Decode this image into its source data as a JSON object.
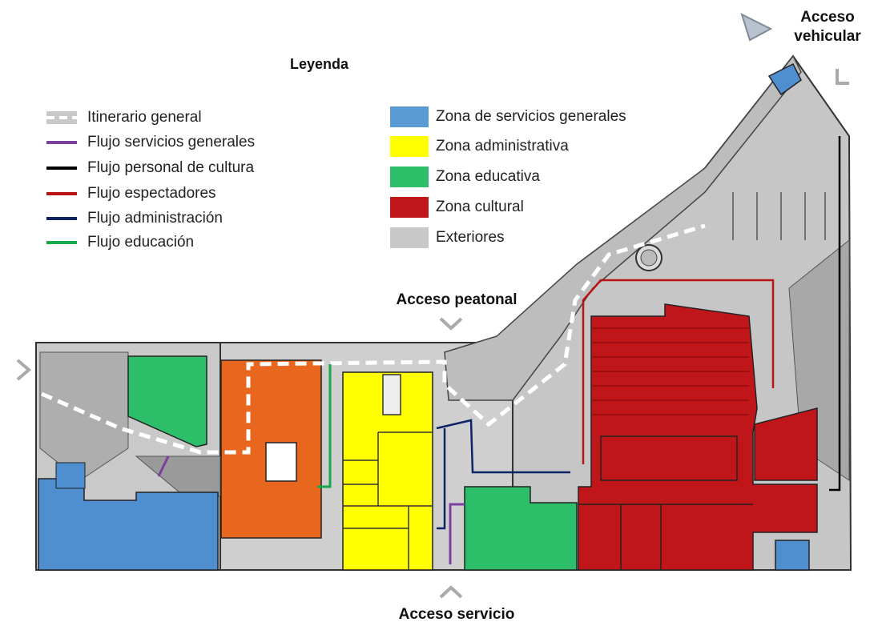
{
  "legend": {
    "title": "Leyenda",
    "flows": [
      {
        "label": "Itinerario general",
        "color": "#ffffff",
        "style": "dashed-on-gray"
      },
      {
        "label": "Flujo servicios generales",
        "color": "#7b3fa0"
      },
      {
        "label": "Flujo personal de cultura",
        "color": "#000000"
      },
      {
        "label": "Flujo espectadores",
        "color": "#b81414"
      },
      {
        "label": "Flujo administración",
        "color": "#0d2466"
      },
      {
        "label": "Flujo educación",
        "color": "#16a84a"
      }
    ],
    "zones": [
      {
        "label": "Zona de servicios generales",
        "color": "#5b9bd5"
      },
      {
        "label": "Zona administrativa",
        "color": "#ffff00"
      },
      {
        "label": "Zona educativa",
        "color": "#2dbe6a"
      },
      {
        "label": "Zona cultural",
        "color": "#c0161a"
      },
      {
        "label": "Exteriores",
        "color": "#c8c8c8"
      }
    ]
  },
  "accesses": {
    "vehicular": "Acceso vehicular",
    "peatonal": "Acceso peatonal",
    "servicio": "Acceso servicio"
  },
  "colors": {
    "orange_zone": "#e8661e",
    "wall": "#3a3a3a",
    "dark_gray": "#8a8a8a",
    "light_gray": "#d4d4d4"
  }
}
